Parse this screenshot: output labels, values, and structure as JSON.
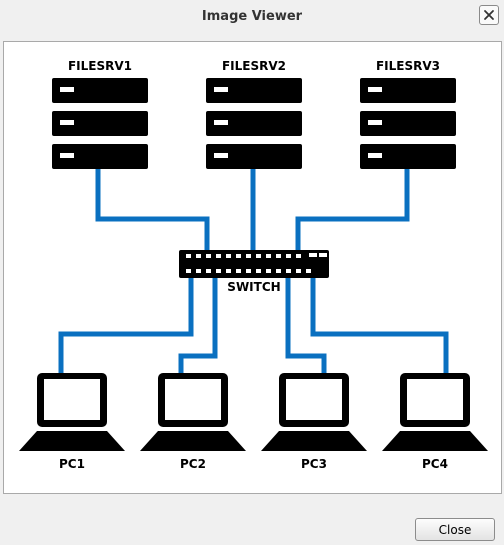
{
  "window": {
    "title": "Image Viewer",
    "close_button_label": "Close"
  },
  "icons": {
    "window_close": "close-x-icon",
    "server": "server-rack-icon",
    "switch": "network-switch-icon",
    "computer": "laptop-icon"
  },
  "colors": {
    "cable": "#0a70c0",
    "device": "#000000"
  },
  "diagram": {
    "servers": [
      {
        "label": "FILESRV1"
      },
      {
        "label": "FILESRV2"
      },
      {
        "label": "FILESRV3"
      }
    ],
    "switch": {
      "label": "SWITCH"
    },
    "pcs": [
      {
        "label": "PC1"
      },
      {
        "label": "PC2"
      },
      {
        "label": "PC3"
      },
      {
        "label": "PC4"
      }
    ]
  }
}
